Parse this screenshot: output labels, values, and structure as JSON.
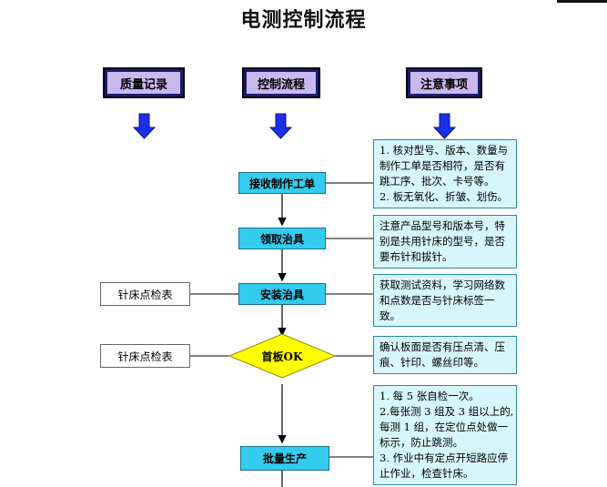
{
  "title": "电测控制流程",
  "headers": [
    "质量记录",
    "控制流程",
    "注意事项"
  ],
  "steps": [
    "接收制作工单",
    "领取治具",
    "安装治具",
    "首板OK",
    "批量生产"
  ],
  "side_labels": [
    "针床点检表",
    "针床点检表"
  ],
  "notes": [
    [
      "1. 核对型号、版本、数量与",
      "制作工单是否相符，是否有",
      "跳工序、批次、卡号等。",
      "2. 板无氧化、折皱、划伤。"
    ],
    [
      "注意产品型号和版本号，特",
      "别是共用针床的型号，是否",
      "要布针和拔针。"
    ],
    [
      "获取测试资料，学习网络数",
      "和点数是否与针床标签一",
      "致。"
    ],
    [
      "确认板面是否有压点清、压",
      "痕、针印、螺丝印等。"
    ],
    [
      "1. 每 5 张自检一次。",
      "2.每张测 3 组及 3 组以上的,",
      "每测 1 组，在定位点处做一",
      "标示，防止跳测。",
      "3. 作业中有定点开短路应停",
      "止作业，检查针床。"
    ]
  ],
  "colors": {
    "header_fill": "#c9b9ee",
    "process_fill": "#33ccee",
    "decision_fill": "#ffff00",
    "note_fill": "#d7f6fb",
    "arrow_fill": "#1b2ee8"
  }
}
